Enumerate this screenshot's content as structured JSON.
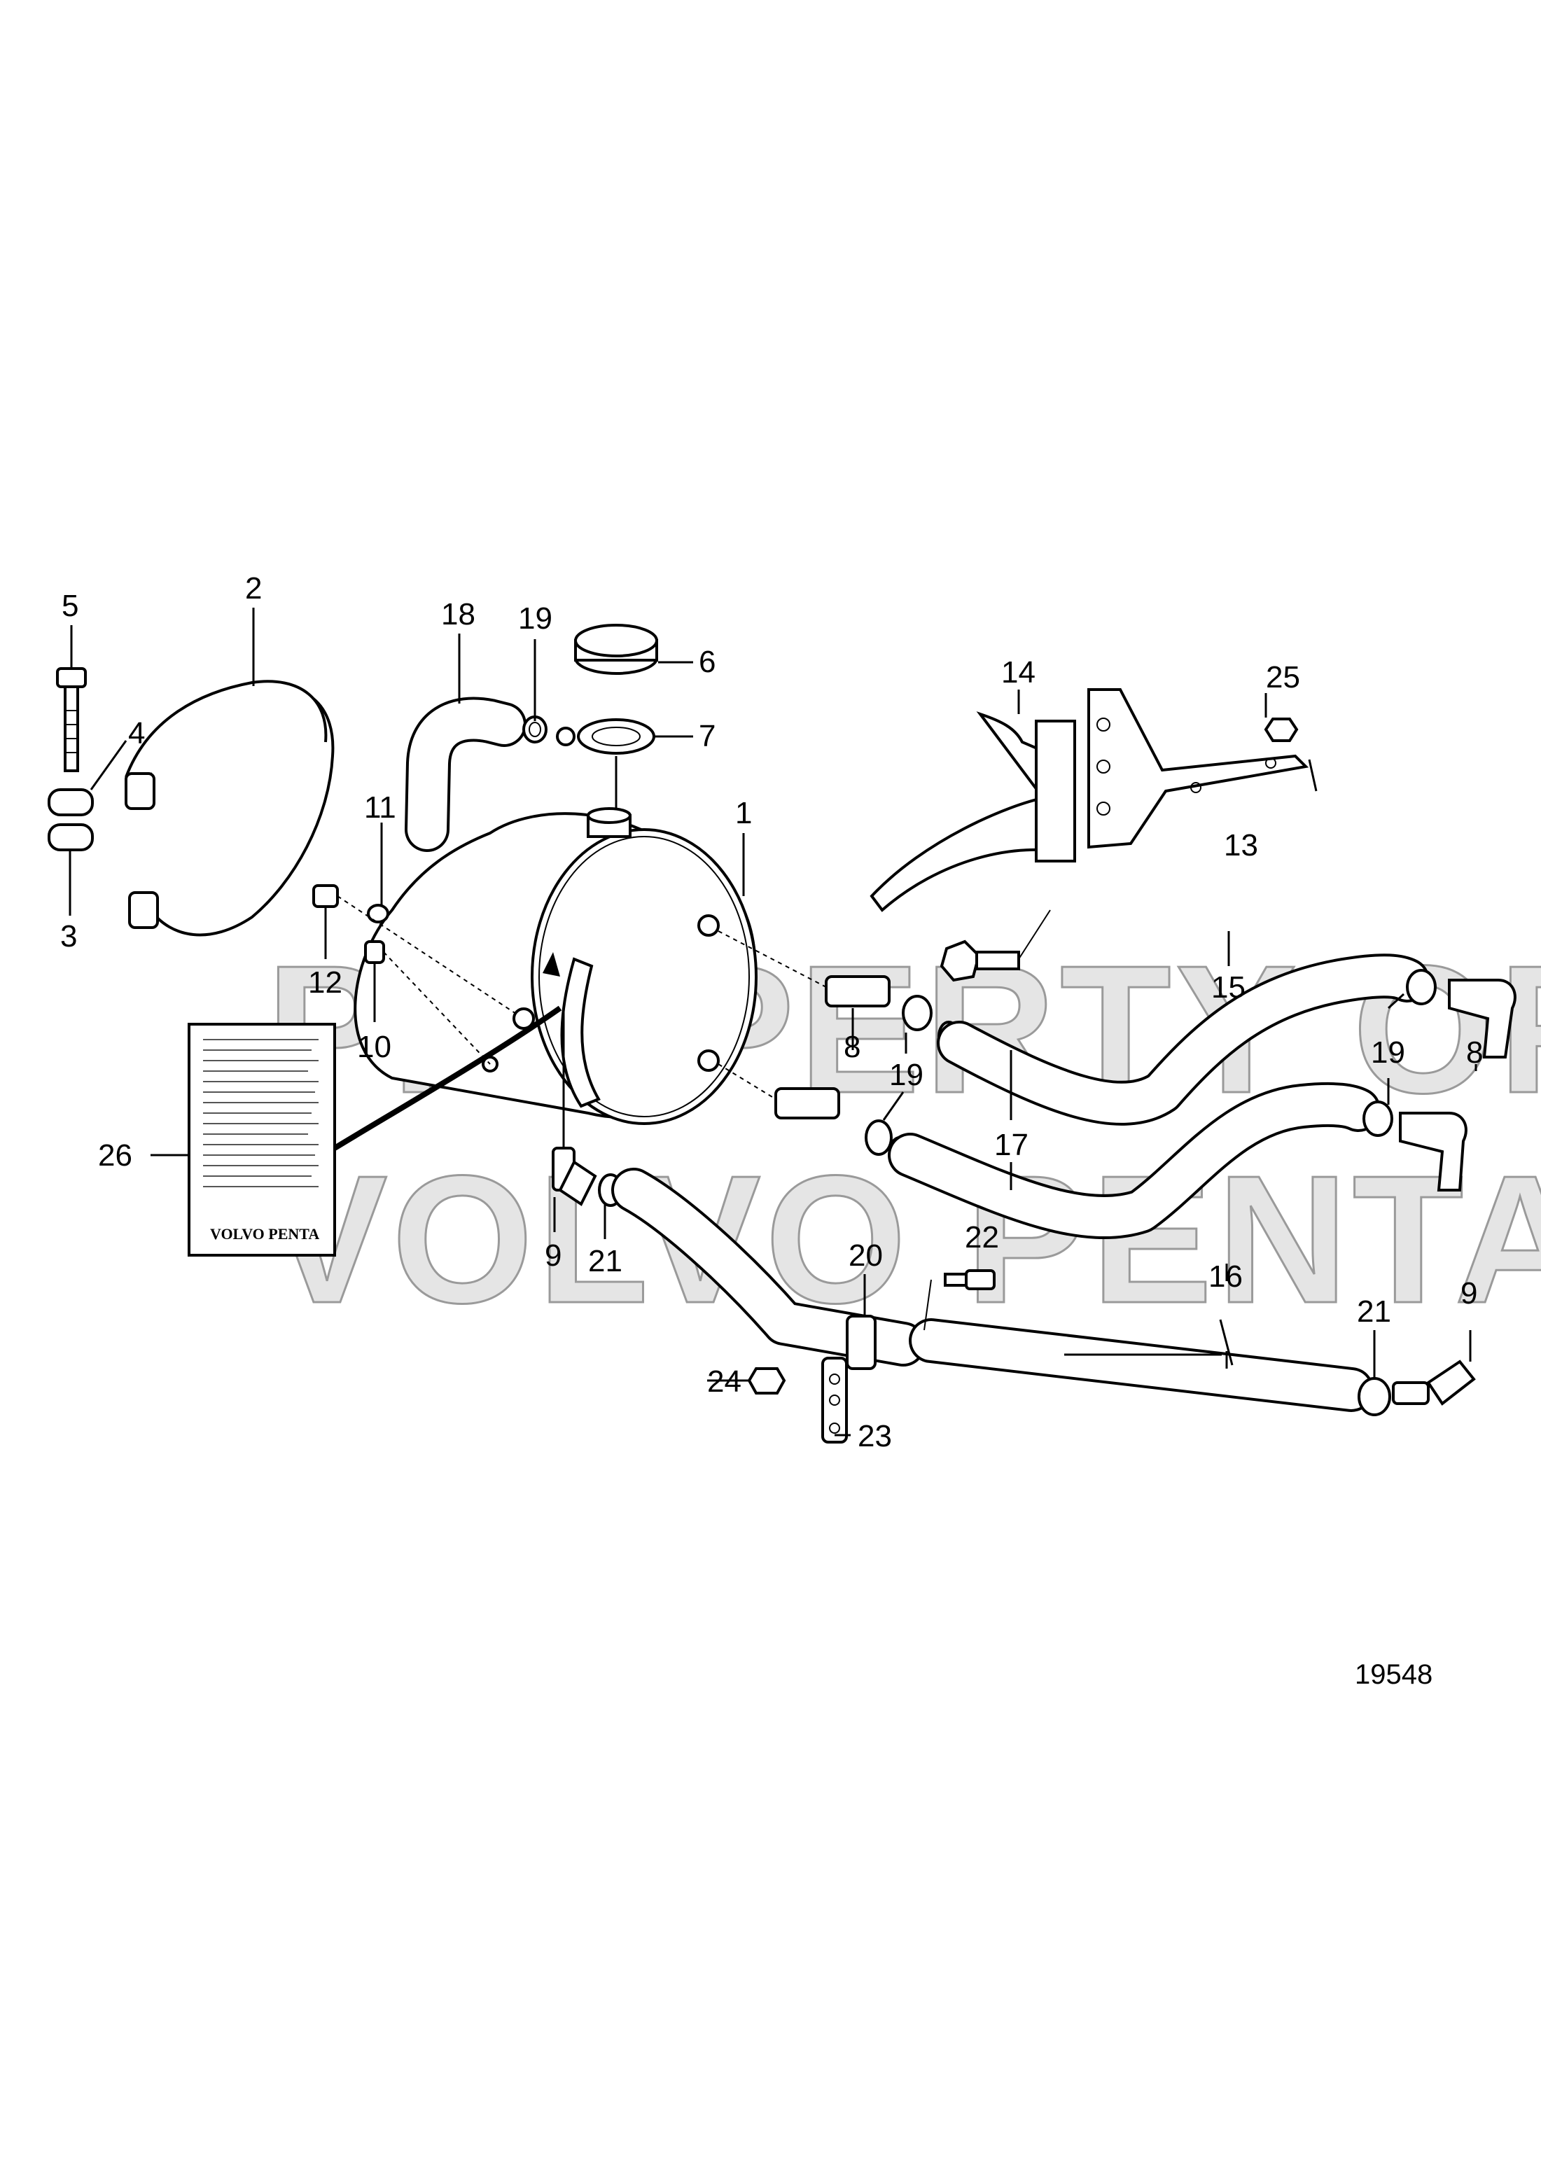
{
  "watermark": {
    "line1": "PROPERTY OF",
    "line2": "VOLVO PENTA"
  },
  "figure_number": "19548",
  "warning_label": {
    "brand": "VOLVO PENTA"
  },
  "callouts": {
    "c1": "1",
    "c2": "2",
    "c3": "3",
    "c4": "4",
    "c5": "5",
    "c6": "6",
    "c7": "7",
    "c8a": "8",
    "c8b": "8",
    "c9a": "9",
    "c9b": "9",
    "c10": "10",
    "c11": "11",
    "c12": "12",
    "c13": "13",
    "c14": "14",
    "c15": "15",
    "c16": "16",
    "c17": "17",
    "c18": "18",
    "c19a": "19",
    "c19b": "19",
    "c19c": "19",
    "c20": "20",
    "c21a": "21",
    "c21b": "21",
    "c22": "22",
    "c23": "23",
    "c24": "24",
    "c25": "25",
    "c26": "26"
  }
}
